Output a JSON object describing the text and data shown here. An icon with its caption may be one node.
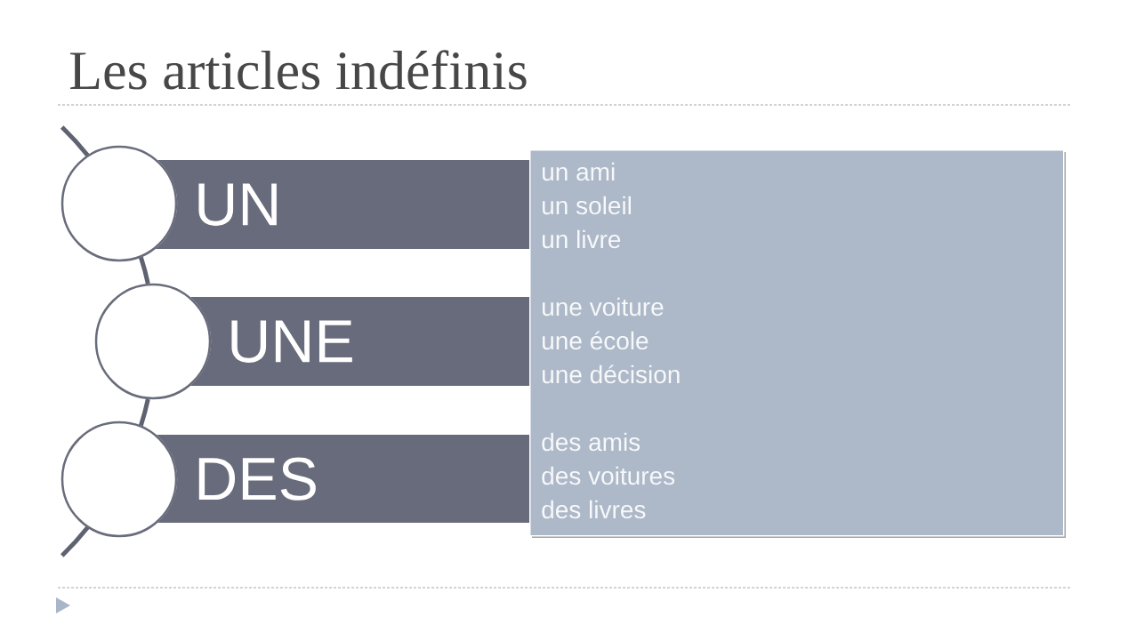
{
  "diagram": {
    "title": "Les articles indéfinis",
    "nodes": [
      {
        "text": [],
        "shape": "circle"
      },
      {
        "text": [
          "UN"
        ]
      },
      {
        "text": [],
        "shape": "circle"
      },
      {
        "text": [
          "UNE"
        ]
      },
      {
        "text": [],
        "shape": "circle"
      },
      {
        "text": [
          "DES"
        ]
      },
      {
        "text": [
          "un ami",
          "un soleil",
          "un livre",
          "une voiture",
          "une école",
          "une décision",
          "des amis",
          "des voitures",
          "des livres"
        ]
      }
    ],
    "edges": [
      {
        "from": 0,
        "to": 2,
        "arrow": "none"
      },
      {
        "from": 2,
        "to": 4,
        "arrow": "none"
      }
    ]
  }
}
